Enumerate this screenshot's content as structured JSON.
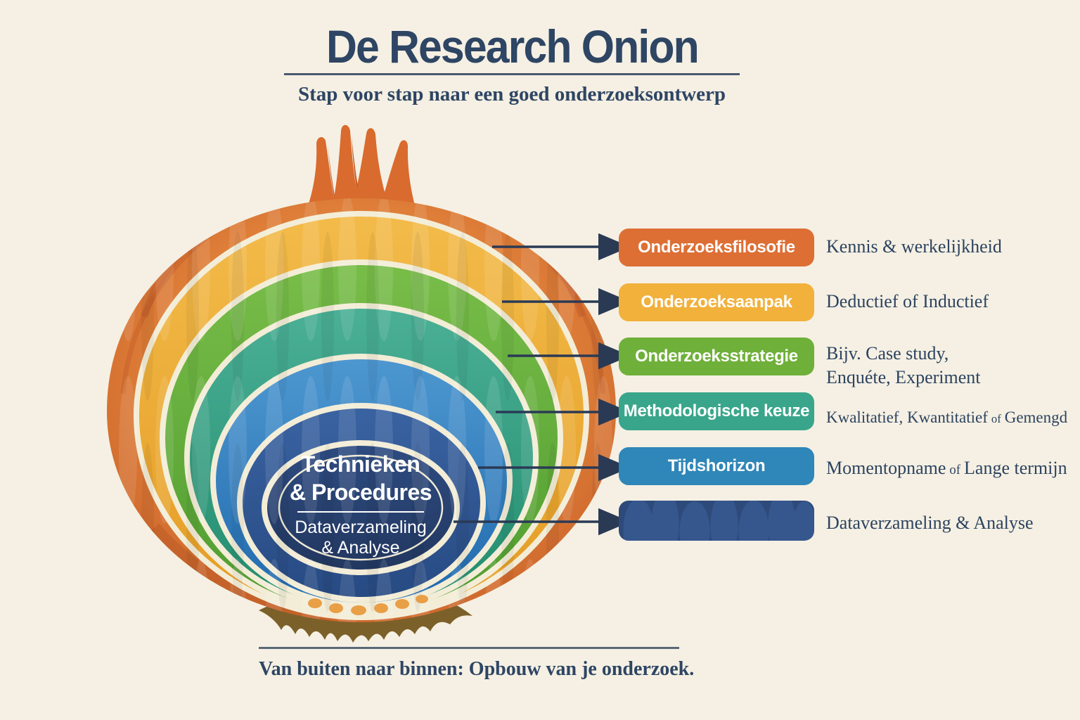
{
  "title": "De Research Onion",
  "subtitle": "Stap voor stap naar een goed onderzoeksontwerp",
  "footer": "Van buiten naar binnen: Opbouw van je onderzoek.",
  "onion_center": {
    "line1": "Technieken",
    "line2": "& Procedures",
    "line3": "Dataverzameling",
    "line4": "& Analyse"
  },
  "colors": {
    "background": "#f5f0e3",
    "heading_text": "#2e4564",
    "cream_ring": "#f3edd7",
    "arrow": "#2a3a55",
    "onion_skin": "#d8702f"
  },
  "layers": [
    {
      "label": "Onderzoeksfilosofie",
      "badge_color": "#dd6f35",
      "description": "Kennis & werkelijkheid"
    },
    {
      "label": "Onderzoeksaanpak",
      "badge_color": "#f1b13b",
      "description": "Deductief of Inductief"
    },
    {
      "label": "Onderzoeksstrategie",
      "badge_color": "#6fb03a",
      "description_line1": "Bijv. Case study,",
      "description_line2": "Enquéte, Experiment"
    },
    {
      "label": "Methodologische keuze",
      "badge_color": "#39a68b",
      "description_parts": {
        "before": "Kwalitatief, Kwantitatief",
        "small": "of",
        "after": "Gemengd"
      }
    },
    {
      "label": "Tijdshorizon",
      "badge_color": "#2f86b8",
      "description_parts": {
        "before": "Momentopname",
        "small": "of",
        "after": "Lange termijn"
      }
    },
    {
      "label": "",
      "badge_color": "#2d4a7a",
      "description": "Dataverzameling & Analyse"
    }
  ]
}
